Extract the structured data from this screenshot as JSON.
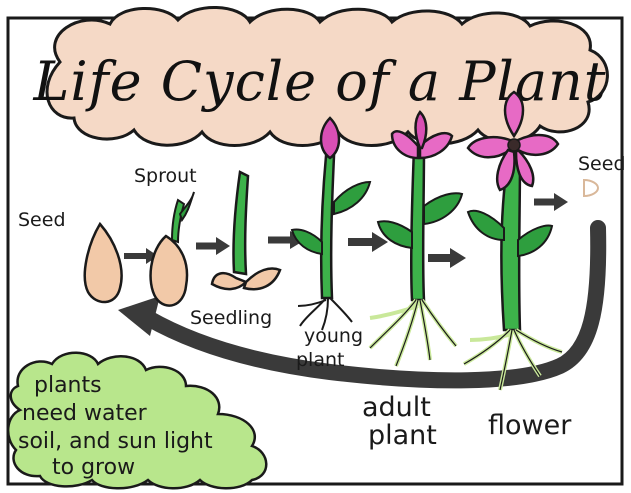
{
  "title": "Life Cycle of a Plant",
  "stages": {
    "seed_left": "Seed",
    "sprout": "Sprout",
    "seedling": "Seedling",
    "young_plant_line1": "young",
    "young_plant_line2": "plant",
    "adult_plant_line1": "adult",
    "adult_plant_line2": "plant",
    "flower": "flower",
    "seed_right": "Seed"
  },
  "note": {
    "line1": "plants",
    "line2": "need water",
    "line3": "soil, and sun light",
    "line4": "to grow"
  },
  "colors": {
    "title_cloud": "#f5d9c6",
    "note_cloud": "#b8e68c",
    "seed": "#f2c9a8",
    "stem": "#3db24a",
    "leaf": "#2e9e3e",
    "petal": "#e76ac5",
    "bud": "#d94fb4",
    "arrow": "#3a3a3a",
    "roots": "#c9e89a"
  }
}
